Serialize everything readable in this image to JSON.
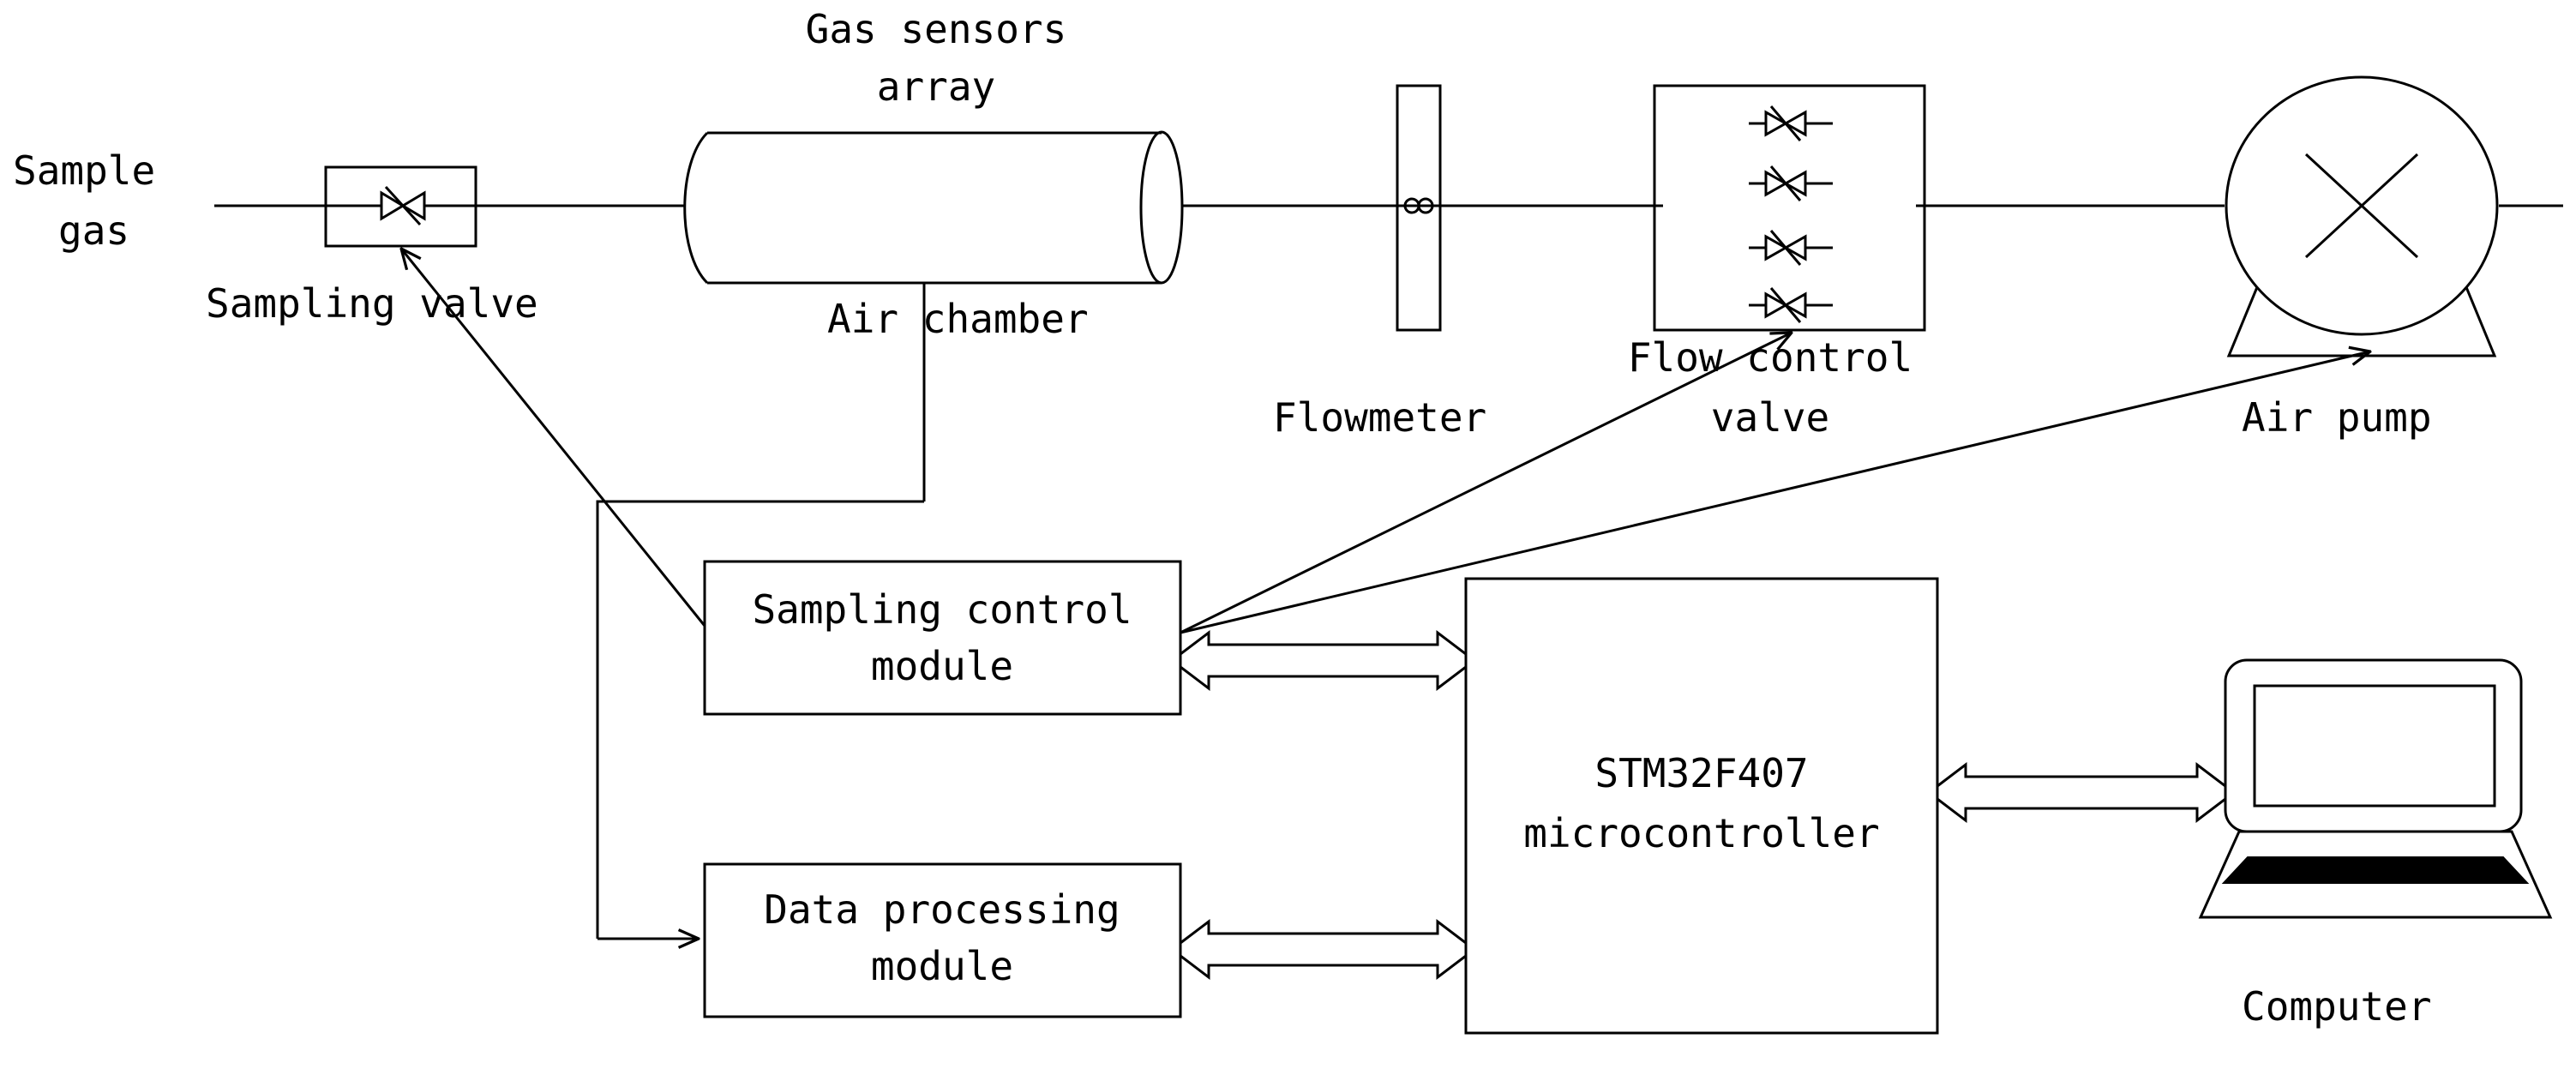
{
  "labels": {
    "sample_gas_line1": "Sample",
    "sample_gas_line2": "gas",
    "sampling_valve": "Sampling valve",
    "gas_sensors_line1": "Gas sensors",
    "gas_sensors_line2": "array",
    "air_chamber": "Air chamber",
    "flowmeter": "Flowmeter",
    "flow_control_line1": "Flow control",
    "flow_control_line2": "valve",
    "air_pump": "Air pump",
    "sampling_control_line1": "Sampling control",
    "sampling_control_line2": "module",
    "data_processing_line1": "Data processing",
    "data_processing_line2": "module",
    "mcu_line1": "STM32F407",
    "mcu_line2": "microcontroller",
    "computer": "Computer"
  },
  "colors": {
    "line": "#000000",
    "background": "#ffffff"
  }
}
